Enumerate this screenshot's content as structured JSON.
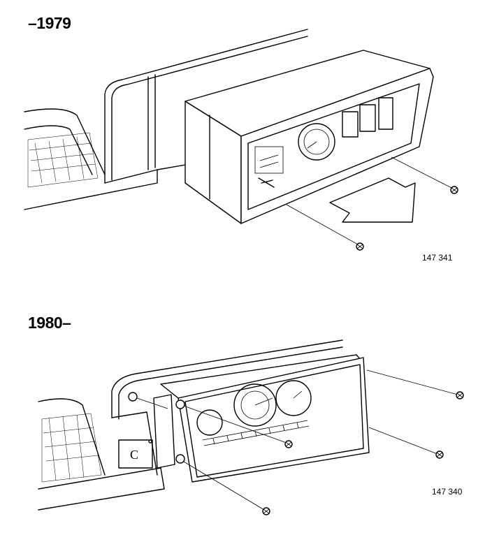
{
  "figure_top": {
    "heading": "–1979",
    "number": "147 341"
  },
  "figure_bottom": {
    "heading": "1980–",
    "number": "147 340"
  },
  "icons": [
    "screw-icon",
    "direction-arrow-icon"
  ]
}
